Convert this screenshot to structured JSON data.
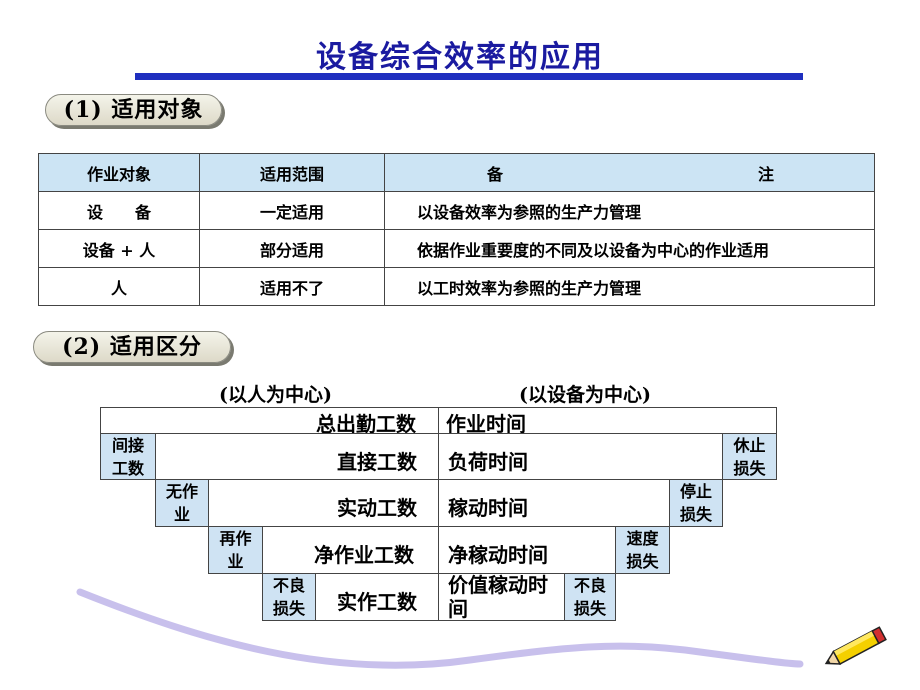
{
  "title": "设备综合效率的应用",
  "section1": "(1)  适用对象",
  "section2": "(2)  适用区分",
  "table": {
    "headers": [
      "作业对象",
      "适用范围",
      "备",
      "注"
    ],
    "rows": [
      [
        "设　　备",
        "一定适用",
        "以设备效率为参照的生产力管理"
      ],
      [
        "设备 + 人",
        "部分适用",
        "依据作业重要度的不同及以设备为中心的作业适用"
      ],
      [
        "人",
        "适用不了",
        "以工时效率为参照的生产力管理"
      ]
    ]
  },
  "diagram": {
    "left_header": "(以人为中心)",
    "right_header": "(以设备为中心)",
    "levels": [
      {
        "left": "总出勤工数",
        "right": "作业时间"
      },
      {
        "left": "直接工数",
        "right": "负荷时间"
      },
      {
        "left": "实动工数",
        "right": "稼动时间"
      },
      {
        "left": "净作业工数",
        "right": "净稼动时间"
      },
      {
        "left": "实作工数",
        "right": "价值稼动时间"
      }
    ],
    "left_losses": [
      {
        "line1": "间接",
        "line2": "工数"
      },
      {
        "line1": "无作",
        "line2": "业"
      },
      {
        "line1": "再作",
        "line2": "业"
      },
      {
        "line1": "不良",
        "line2": "损失"
      }
    ],
    "right_losses": [
      {
        "line1": "休止",
        "line2": "损失"
      },
      {
        "line1": "停止",
        "line2": "损失"
      },
      {
        "line1": "速度",
        "line2": "损失"
      },
      {
        "line1": "不良",
        "line2": "损失"
      }
    ]
  },
  "colors": {
    "title": "#1a1aa0",
    "title_bar": "#1f2fbf",
    "table_header_bg": "#cce4f4",
    "loss_bg": "#cfe3f3",
    "wave": "#c8c0ec"
  },
  "icons": [
    "pencil-icon"
  ]
}
